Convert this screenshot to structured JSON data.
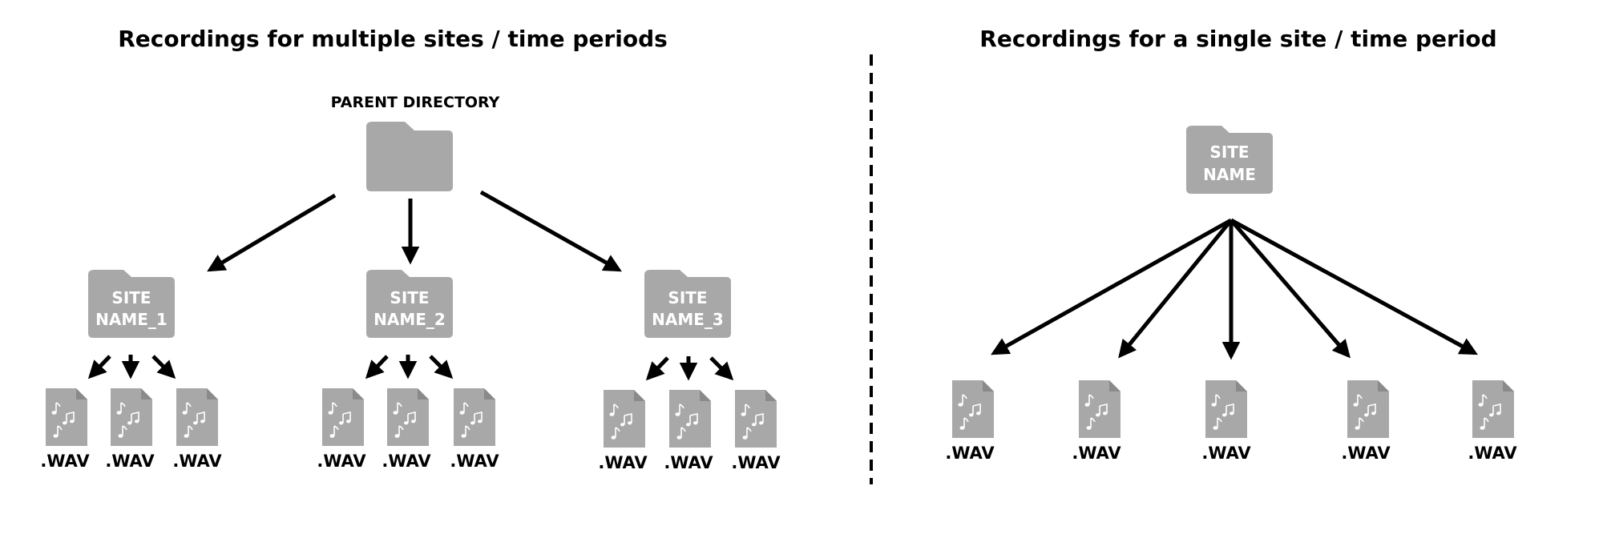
{
  "colors": {
    "icon": "#a8a8a8",
    "text": "#000000",
    "label_on_icon": "#ffffff",
    "arrow": "#000000",
    "divider": "#000000"
  },
  "icons": {
    "folder": "folder-icon",
    "audio_file": "audio-file-icon",
    "arrow": "arrow-icon"
  },
  "left_panel": {
    "title": "Recordings for multiple sites / time periods",
    "parent_label": "PARENT DIRECTORY",
    "sites": [
      {
        "line1": "SITE",
        "line2": "NAME_1",
        "files": [
          ".WAV",
          ".WAV",
          ".WAV"
        ]
      },
      {
        "line1": "SITE",
        "line2": "NAME_2",
        "files": [
          ".WAV",
          ".WAV",
          ".WAV"
        ]
      },
      {
        "line1": "SITE",
        "line2": "NAME_3",
        "files": [
          ".WAV",
          ".WAV",
          ".WAV"
        ]
      }
    ]
  },
  "right_panel": {
    "title": "Recordings for a single site / time period",
    "site": {
      "line1": "SITE",
      "line2": "NAME"
    },
    "files": [
      ".WAV",
      ".WAV",
      ".WAV",
      ".WAV",
      ".WAV"
    ]
  }
}
